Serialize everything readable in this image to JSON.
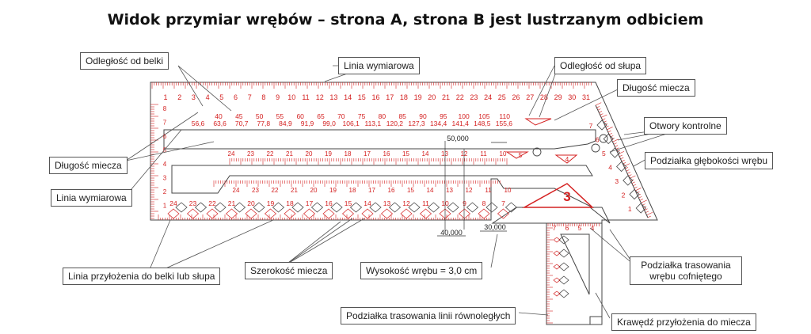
{
  "title": "Widok przymiar wrębów – strona A, strona B jest lustrzanym odbiciem",
  "colors": {
    "ruler": "#d42020",
    "outline": "#444444",
    "leader": "#555555"
  },
  "labels": {
    "odleglosc_od_belki": "Odległość od belki",
    "linia_wymiarowa_top": "Linia wymiarowa",
    "odleglosc_od_slupa": "Odległość od słupa",
    "dlugosc_miecza_right": "Długość miecza",
    "otwory_kontrolne": "Otwory kontrolne",
    "podzialka_glebokosci": "Podziałka głębokości wrębu",
    "dlugosc_miecza_left": "Długość miecza",
    "linia_wymiarowa_left": "Linia wymiarowa",
    "linia_przylozenia": "Linia przyłożenia do belki lub słupa",
    "szerokosc_miecza": "Szerokość miecza",
    "wysokosc_wrebu": "Wysokość wrębu = 3,0 cm",
    "podzialka_trasowania_cofnietego": "Podziałka trasowania wrębu cofniętego",
    "podzialka_rownoleglych": "Podziałka trasowania linii równoległych",
    "krawedz_przylozenia": "Krawędź przyłożenia do miecza"
  },
  "dims": {
    "d50": "50,000",
    "d40": "40,000",
    "d30": "30,000"
  },
  "scales": {
    "top_numbers": [
      "1",
      "2",
      "3",
      "4",
      "5",
      "6",
      "7",
      "8",
      "9",
      "10",
      "11",
      "12",
      "13",
      "14",
      "15",
      "16",
      "17",
      "18",
      "19",
      "20",
      "21",
      "22",
      "23",
      "24",
      "25",
      "26",
      "27",
      "28",
      "29",
      "30",
      "31"
    ],
    "brace_top": [
      "40",
      "45",
      "50",
      "55",
      "60",
      "65",
      "70",
      "75",
      "80",
      "85",
      "90",
      "95",
      "100",
      "105",
      "110"
    ],
    "brace_bottom": [
      "56,6",
      "63,6",
      "70,7",
      "77,8",
      "84,9",
      "91,9",
      "99,0",
      "106,1",
      "113,1",
      "120,2",
      "127,3",
      "134,4",
      "141,4",
      "148,5",
      "155,6"
    ],
    "left_numbers": [
      "8",
      "7",
      "6",
      "5",
      "4",
      "3",
      "2",
      "1"
    ],
    "slot1_numbers": [
      "24",
      "23",
      "22",
      "21",
      "20",
      "19",
      "18",
      "17",
      "16",
      "15",
      "14",
      "13",
      "12",
      "11",
      "10"
    ],
    "slot2_numbers": [
      "24",
      "23",
      "22",
      "21",
      "20",
      "19",
      "18",
      "17",
      "16",
      "15",
      "14",
      "13",
      "12",
      "11",
      "10"
    ],
    "bottom_numbers": [
      "24",
      "23",
      "22",
      "21",
      "20",
      "19",
      "18",
      "17",
      "16",
      "15",
      "14",
      "13",
      "12",
      "11",
      "10",
      "9",
      "8",
      "7"
    ],
    "diag_numbers": [
      "7",
      "6",
      "5",
      "4",
      "3",
      "2",
      "1"
    ],
    "tri_top": [
      "7",
      "6",
      "5",
      "4"
    ],
    "tri_marks": [
      "5",
      "4"
    ],
    "big_mark": "3"
  }
}
